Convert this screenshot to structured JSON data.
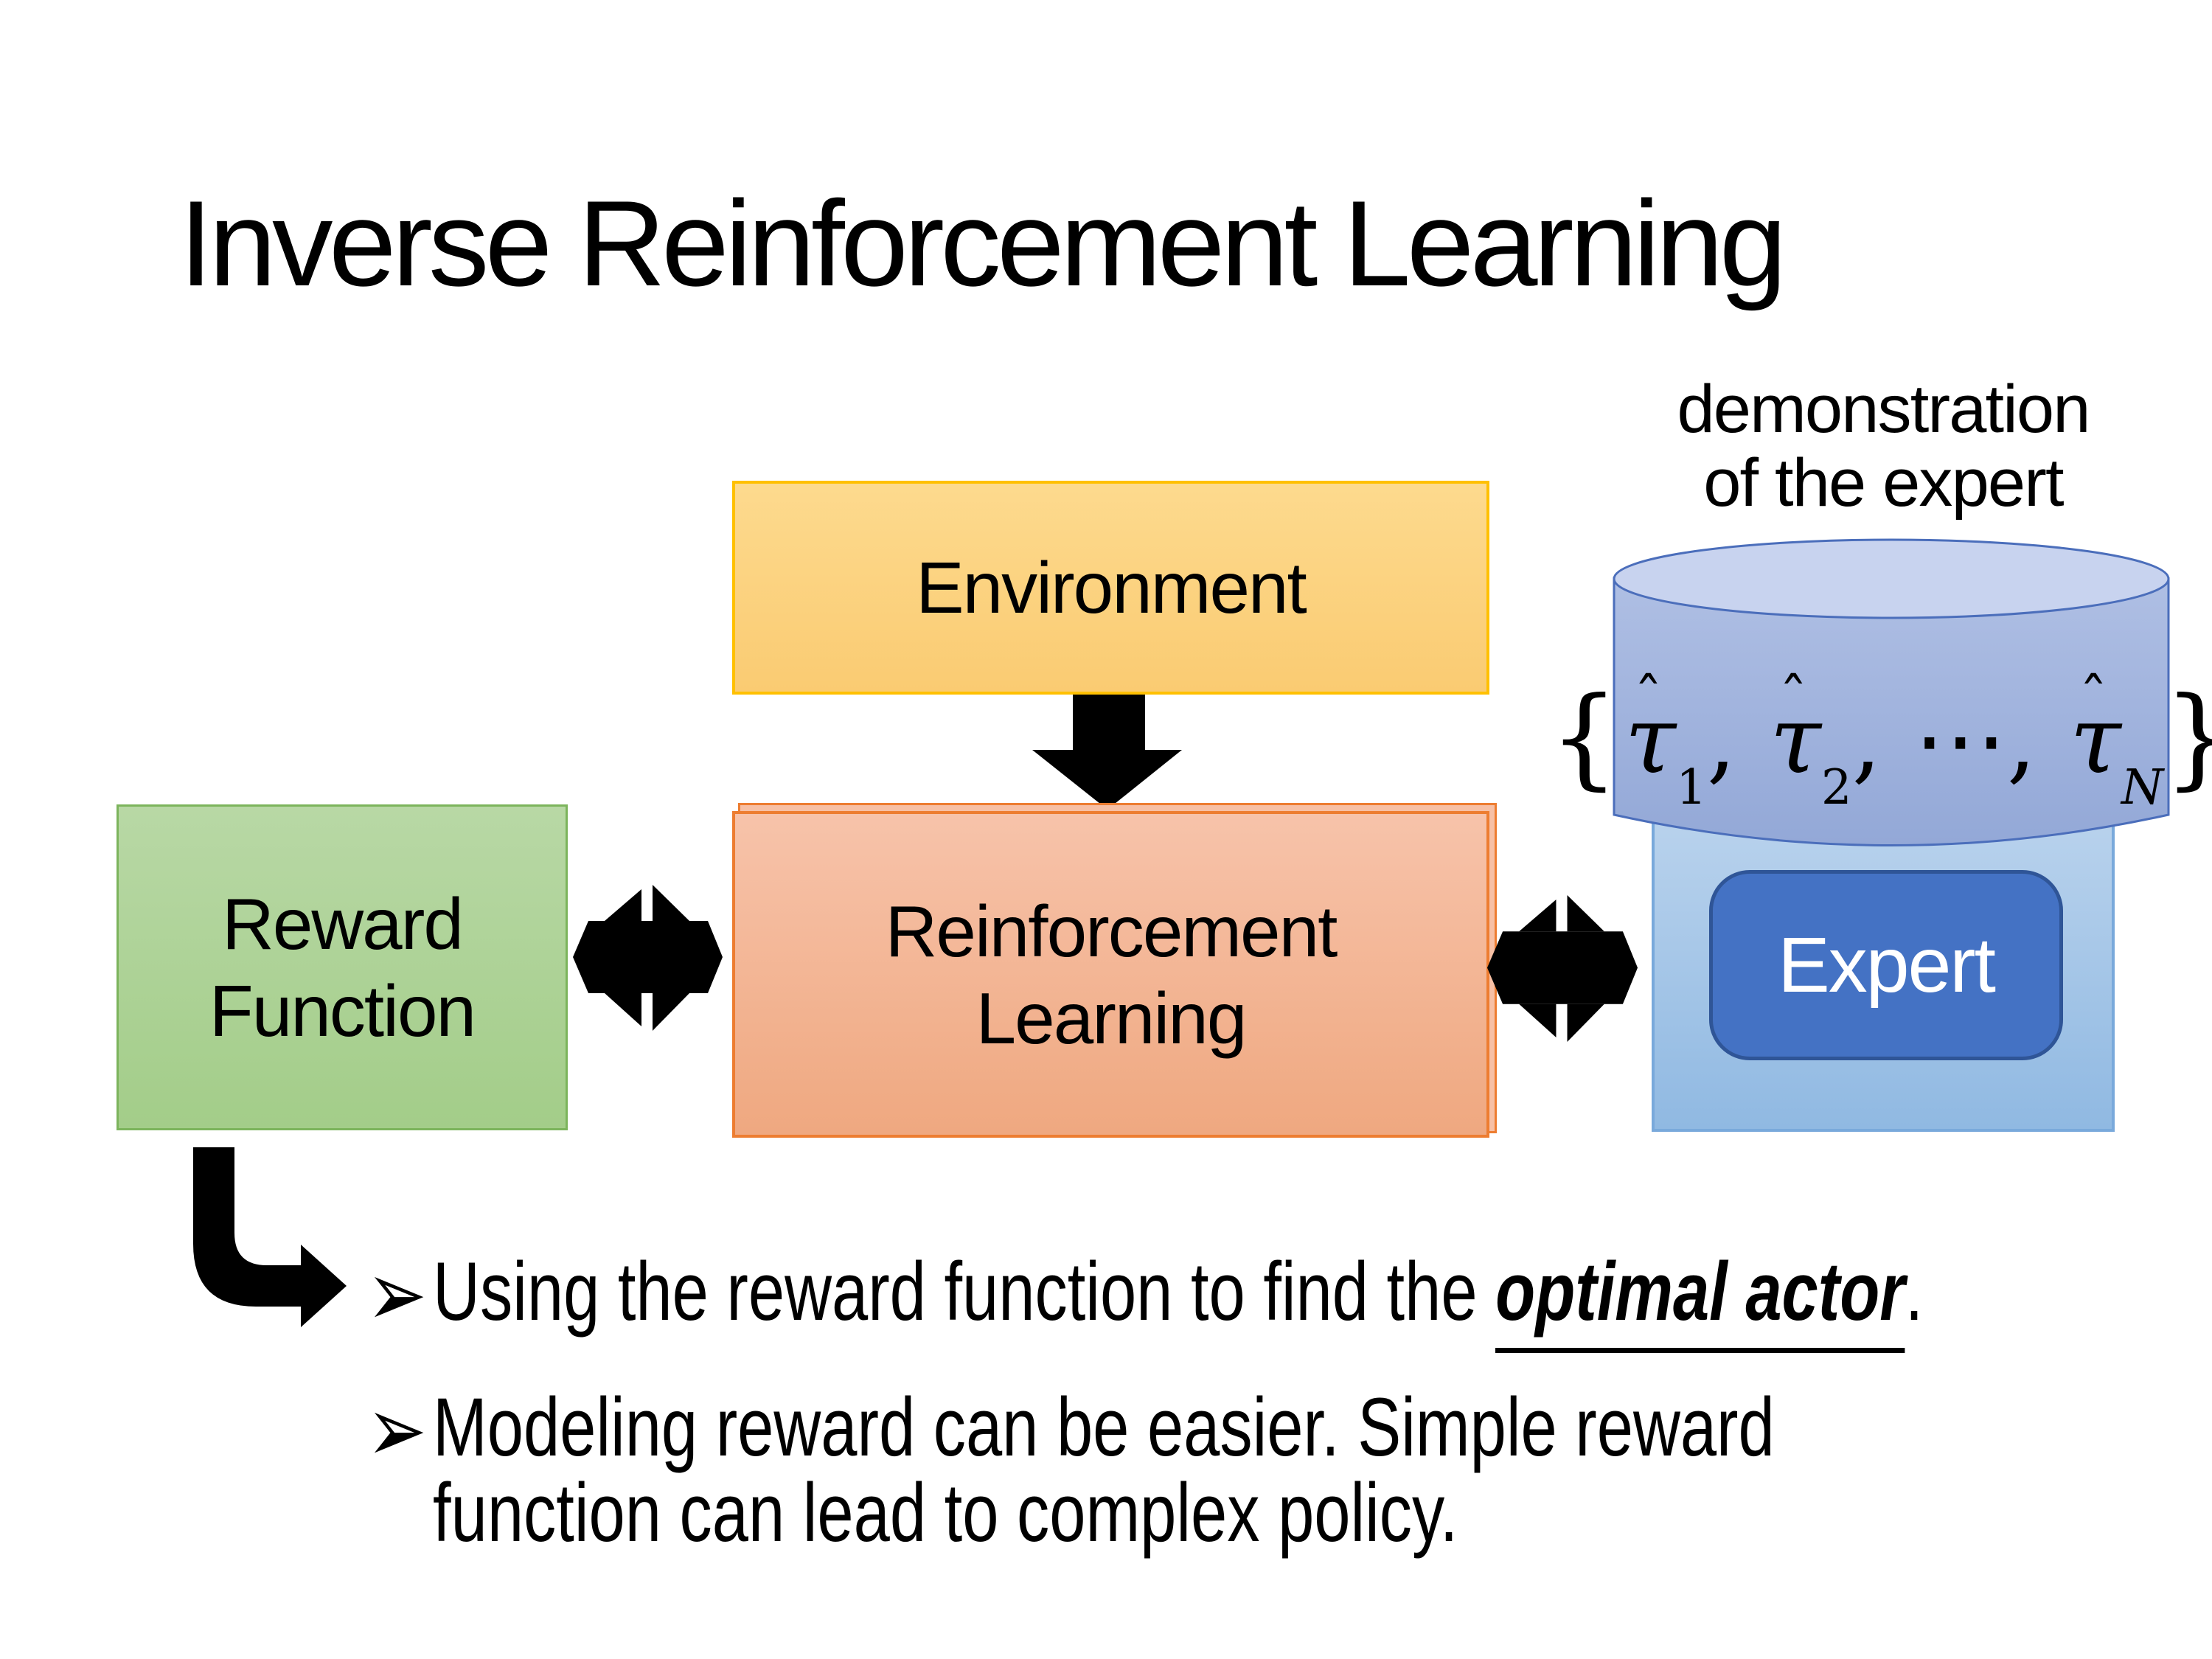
{
  "slide": {
    "title": "Inverse Reinforcement Learning",
    "annotation": {
      "line1": "demonstration",
      "line2": "of the expert"
    }
  },
  "diagram": {
    "environment": {
      "label": "Environment"
    },
    "reward_function": {
      "line1": "Reward",
      "line2": "Function"
    },
    "reinforcement_learning": {
      "line1": "Reinforcement",
      "line2": "Learning"
    },
    "expert": {
      "label": "Expert"
    },
    "trajectories": {
      "open": "{",
      "close": "}",
      "tau": "τ",
      "hat": "ˆ",
      "sub1": "1",
      "sub2": "2",
      "subN": "N",
      "comma": ",",
      "dots": "⋯"
    }
  },
  "bullets": {
    "marker": "➢",
    "item1": {
      "prefix": "Using the reward function to find the ",
      "emphasis": "optimal actor",
      "suffix": "."
    },
    "item2": {
      "line1": "Modeling reward can be easier. Simple reward",
      "line2": "function can lead to complex policy."
    }
  },
  "colors": {
    "environment_fill": "#FACB72",
    "environment_border": "#FFC000",
    "rl_fill": "#F2B294",
    "rl_border": "#ED7D31",
    "reward_fill": "#ABD293",
    "reward_border": "#7CB45C",
    "cylinder_fill": "#A3B5DE",
    "cylinder_top_fill": "#C8D3EF",
    "cylinder_border": "#4B6EBB",
    "expert_panel_fill": "#9DC3E6",
    "expert_button_fill": "#4472C4",
    "expert_button_border": "#2F5597",
    "arrow_color": "#000000",
    "text_color": "#000000"
  }
}
